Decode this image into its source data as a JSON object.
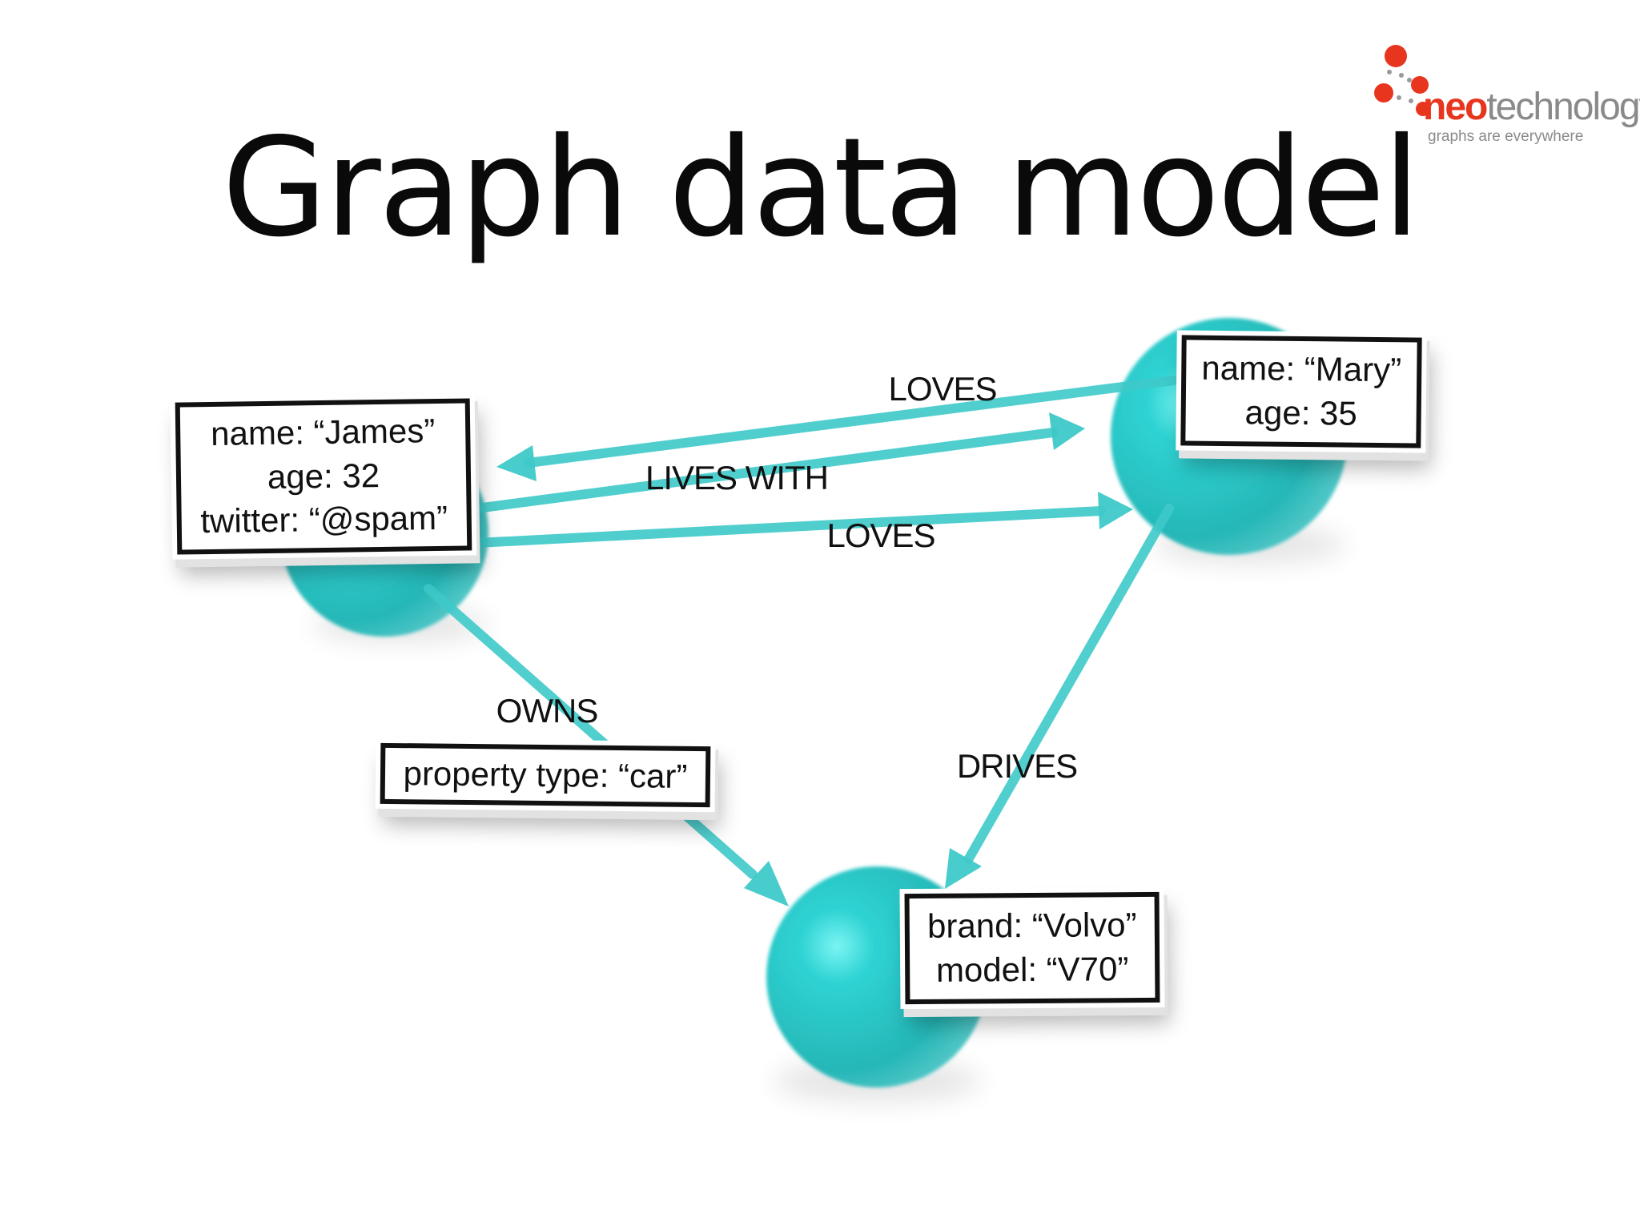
{
  "slide": {
    "title": "Graph data model"
  },
  "logo": {
    "brand_accent": "neo",
    "brand_rest": "technology",
    "tagline": "graphs are everywhere",
    "dot_color": "#e8351e"
  },
  "colors": {
    "node": "#2bc4c4",
    "edge": "#3ec9c9"
  },
  "nodes": {
    "james": {
      "properties": [
        "name: “James”",
        "age: 32",
        "twitter: “@spam”"
      ]
    },
    "mary": {
      "properties": [
        "name: “Mary”",
        "age: 35"
      ]
    },
    "car": {
      "properties": [
        "brand: “Volvo”",
        "model: “V70”"
      ]
    }
  },
  "relationships": {
    "mary_loves_james": {
      "label": "LOVES"
    },
    "james_lives_with_mary": {
      "label": "LIVES WITH"
    },
    "james_loves_mary": {
      "label": "LOVES"
    },
    "james_owns_car": {
      "label": "OWNS",
      "properties": [
        "property type: “car”"
      ]
    },
    "mary_drives_car": {
      "label": "DRIVES"
    }
  }
}
